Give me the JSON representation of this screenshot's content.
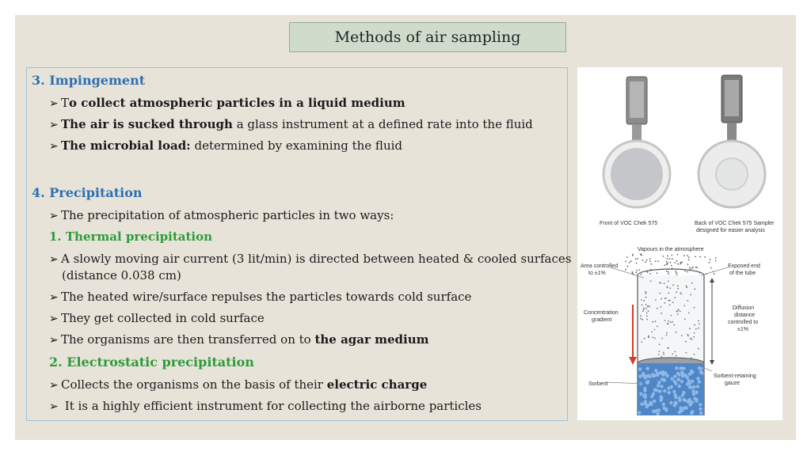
{
  "title": "Methods of air sampling",
  "impingement": {
    "heading": "3. Impingement",
    "b1_pre": "T",
    "b1_bold": "o collect atmospheric particles in a liquid medium",
    "b2_bold": "The air is sucked through",
    "b2_rest": " a glass instrument at a defined rate into the fluid",
    "b3_bold": "The microbial load:",
    "b3_rest": " determined by examining the fluid"
  },
  "precipitation": {
    "heading": "4. Precipitation",
    "intro": "The precipitation of atmospheric particles in two ways:",
    "thermal_heading": "1. Thermal precipitation",
    "t1_line1": "A slowly moving air current (3 lit/min) is directed between heated & cooled surfaces",
    "t1_line2": "(distance 0.038 cm)",
    "t2": "The heated wire/surface repulses the particles towards cold surface",
    "t3": "They get collected in cold surface",
    "t4_pre": "The organisms are then transferred on to ",
    "t4_bold": "the agar medium",
    "electro_heading": "2. Electrostatic precipitation",
    "e1_pre": "Collects the organisms on the basis of their ",
    "e1_bold": "electric charge",
    "e2": " It is a highly efficient instrument for collecting the airborne particles"
  },
  "bullet_symbol": "➢",
  "figure": {
    "caption_front_1": "Front of VOC Chek 575",
    "caption_back_1": "Back of VOC Chek 575 Sampler",
    "caption_back_2": "designed for easier analysis",
    "vapours": "Vapours in the atmosphere",
    "area_1": "Area controlled",
    "area_2": "to ±1%",
    "exposed_1": "Exposed end",
    "exposed_2": "of the tube",
    "conc_1": "Concentration",
    "conc_2": "gradient",
    "diff_1": "Diffusion",
    "diff_2": "distance",
    "diff_3": "controlled to",
    "diff_4": "±1%",
    "sorbent": "Sorbent",
    "gauze_1": "Sorbent-retaining",
    "gauze_2": "gauze"
  },
  "colors": {
    "blue_heading": "#2e6fb0",
    "green_heading": "#2e9b3a",
    "slide_bg": "#e7e3d9",
    "title_bg": "#cfdccc"
  }
}
